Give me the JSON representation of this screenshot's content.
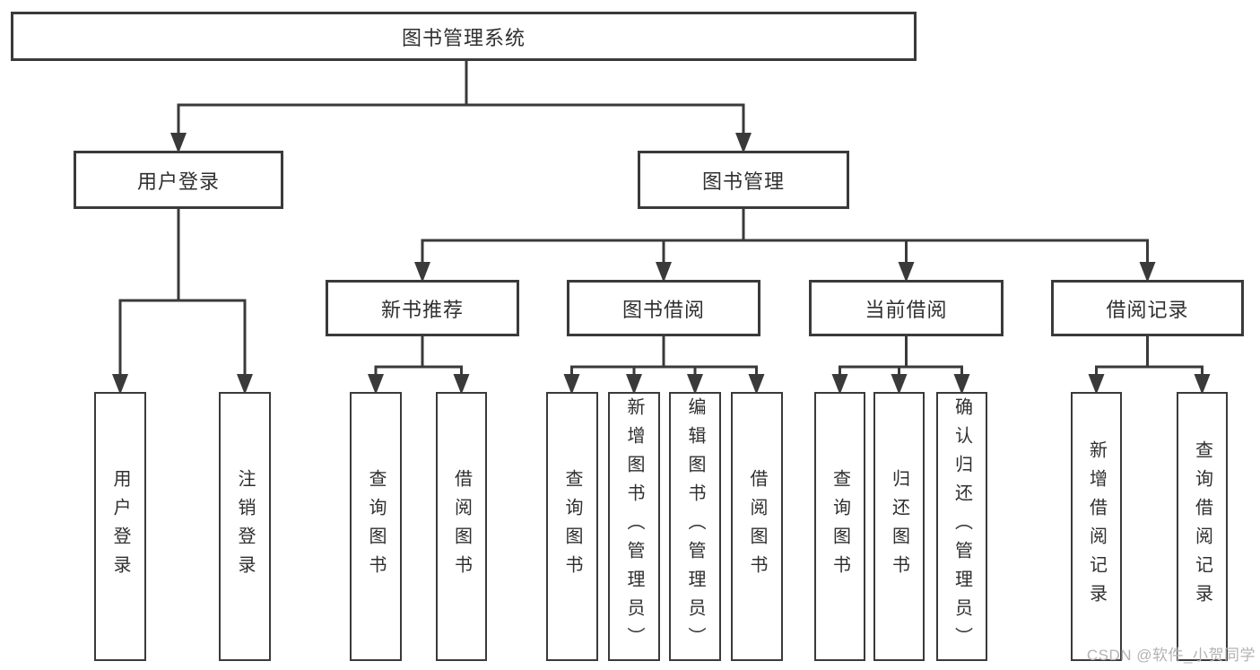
{
  "diagram": {
    "title": "图书管理系统",
    "level2": {
      "user_login": "用户登录",
      "book_mgmt": "图书管理"
    },
    "level3": {
      "new_books": "新书推荐",
      "borrow": "图书借阅",
      "current": "当前借阅",
      "records": "借阅记录"
    },
    "leaves": {
      "user_login": [
        "用户登录",
        "注销登录"
      ],
      "new_books": [
        "查询图书",
        "借阅图书"
      ],
      "borrow": [
        "查询图书",
        "新增图书（管理员）",
        "编辑图书（管理员）",
        "借阅图书"
      ],
      "current": [
        "查询图书",
        "归还图书",
        "确认归还（管理员）"
      ],
      "records": [
        "新增借阅记录",
        "查询借阅记录"
      ]
    },
    "colors": {
      "line": "#3a3a3a",
      "border": "#3a3a3a",
      "fill": "#ffffff",
      "text": "#2f2f2f",
      "watermark": "#b3b3b3"
    }
  },
  "watermark": {
    "text": "CSDN @软件_小贺同学"
  }
}
